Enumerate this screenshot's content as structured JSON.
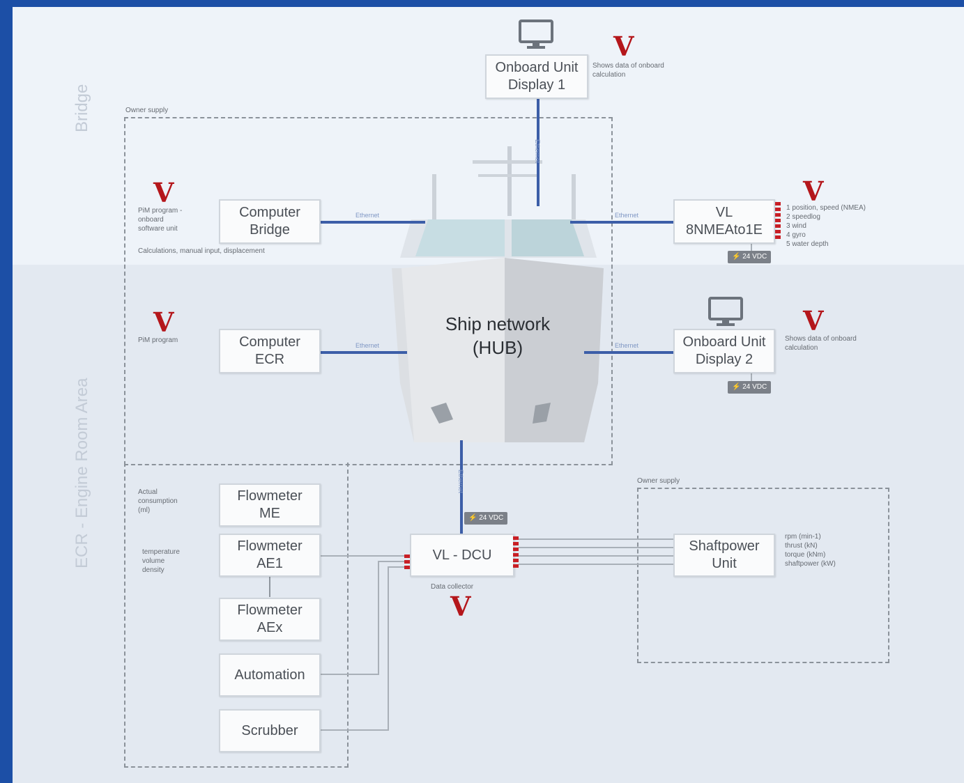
{
  "areas": {
    "bridge": "Bridge",
    "ecr": "ECR - Engine Room Area"
  },
  "owner_supply": {
    "top": "Owner supply",
    "right": "Owner supply"
  },
  "hub": {
    "line1": "Ship network",
    "line2": "(HUB)"
  },
  "boxes": {
    "display1": {
      "line1": "Onboard Unit",
      "line2": "Display 1"
    },
    "display2": {
      "line1": "Onboard Unit",
      "line2": "Display 2"
    },
    "computer_bridge": {
      "line1": "Computer",
      "line2": "Bridge"
    },
    "computer_ecr": {
      "line1": "Computer",
      "line2": "ECR"
    },
    "nmea": {
      "line1": "VL",
      "line2": "8NMEAto1E"
    },
    "flow_me": {
      "line1": "Flowmeter",
      "line2": "ME"
    },
    "flow_ae1": {
      "line1": "Flowmeter",
      "line2": "AE1"
    },
    "flow_aex": {
      "line1": "Flowmeter",
      "line2": "AEx"
    },
    "automation": "Automation",
    "scrubber": "Scrubber",
    "dcu": "VL - DCU",
    "shaft": {
      "line1": "Shaftpower",
      "line2": "Unit"
    }
  },
  "notes": {
    "display1": [
      "Shows data of onboard",
      "calculation"
    ],
    "display2": [
      "Shows data of onboard",
      "calculation"
    ],
    "pim_bridge": [
      "PiM program -",
      "onboard",
      "software unit"
    ],
    "calc_bridge": "Calculations, manual input, displacement",
    "pim_ecr": "PiM program",
    "consumption": [
      "Actual",
      "consumption",
      "(ml)"
    ],
    "temperature": [
      "temperature",
      "volume",
      "density"
    ],
    "data_collector": "Data collector",
    "nmea_inputs": [
      "1 position, speed (NMEA)",
      "2 speedlog",
      "3 wind",
      "4 gyro",
      "5 water depth"
    ],
    "shaft_outputs": [
      "rpm (min-1)",
      "thrust (kN)",
      "torque (kNm)",
      "shaftpower (kW)"
    ]
  },
  "links": {
    "ethernet": "Ethernet"
  },
  "power": {
    "label": "24 VDC"
  },
  "logo": "V",
  "colors": {
    "accent_red": "#b4161b",
    "network_blue": "#3c5ea8",
    "frame_blue": "#1c4fa6"
  },
  "icons": {
    "monitor": "monitor-icon",
    "power": "power-plug-icon",
    "logo": "vl-logo-icon",
    "ship": "ship-icon"
  }
}
